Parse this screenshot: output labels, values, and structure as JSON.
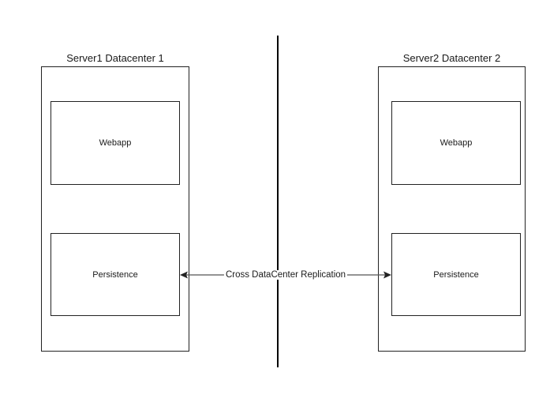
{
  "diagram": {
    "servers": [
      {
        "title": "Server1 Datacenter 1",
        "webapp": "Webapp",
        "persistence": "Persistence"
      },
      {
        "title": "Server2 Datacenter 2",
        "webapp": "Webapp",
        "persistence": "Persistence"
      }
    ],
    "replication_label": "Cross DataCenter Replication",
    "colors": {
      "stroke": "#222222",
      "arrow": "#555555",
      "background": "#ffffff"
    }
  }
}
